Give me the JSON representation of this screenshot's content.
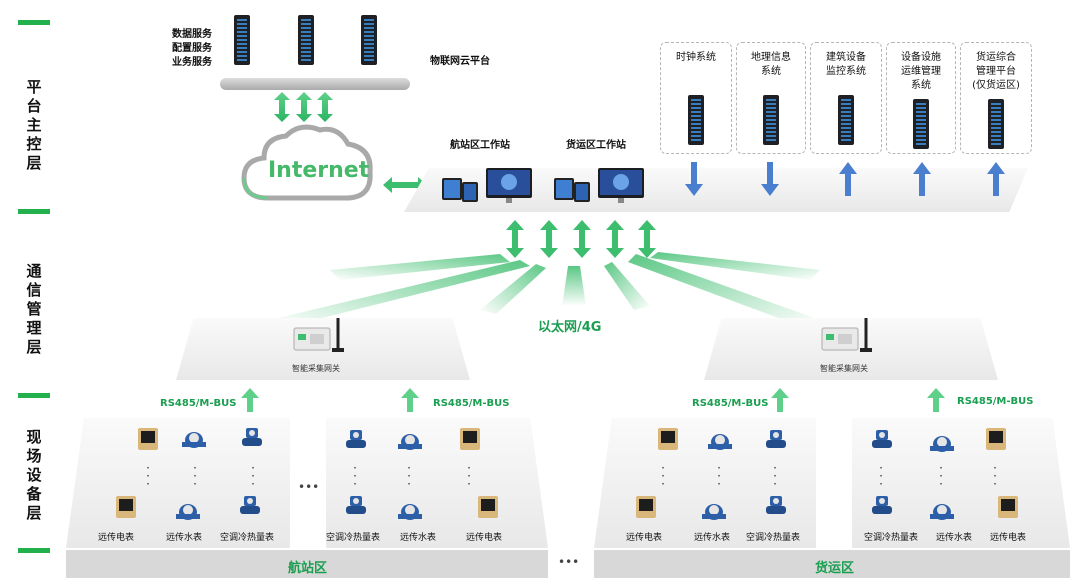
{
  "layers": [
    {
      "label": "平台主控层"
    },
    {
      "label": "通信管理层"
    },
    {
      "label": "现场设备层"
    }
  ],
  "cloud_platform": {
    "services": [
      "数据服务",
      "配置服务",
      "业务服务"
    ],
    "title": "物联网云平台",
    "internet": "Internet"
  },
  "workstations": [
    {
      "label": "航站区工作站"
    },
    {
      "label": "货运区工作站"
    }
  ],
  "systems": [
    {
      "label": "时钟系统"
    },
    {
      "label": "地理信息\n系统"
    },
    {
      "label": "建筑设备\n监控系统"
    },
    {
      "label": "设备设施\n运维管理\n系统"
    },
    {
      "label": "货运综合\n管理平台\n(仅货运区)"
    }
  ],
  "network_label": "以太网/4G",
  "gateway_label": "智能采集网关",
  "bus_label": "RS485/M-BUS",
  "device_labels": {
    "electric": "远传电表",
    "water": "远传水表",
    "heat": "空调冷热量表"
  },
  "areas": [
    {
      "label": "航站区"
    },
    {
      "label": "货运区"
    }
  ],
  "ellipsis": "•••",
  "colors": {
    "accent_green": "#22b14c",
    "text_green": "#1a9e50",
    "arrow_blue": "#4a7fd0"
  }
}
